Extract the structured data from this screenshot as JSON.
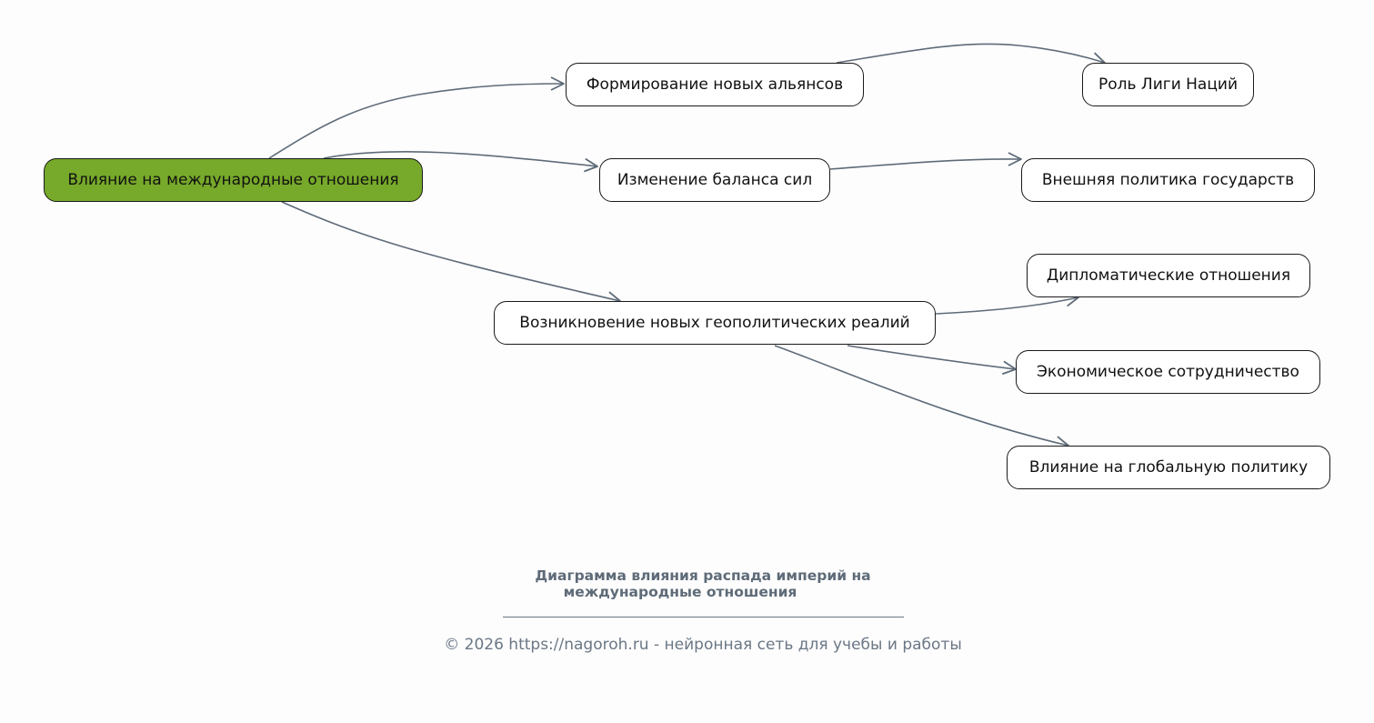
{
  "colors": {
    "root_fill": "#77a92a",
    "node_fill": "#ffffff",
    "edge": "#5e6b78",
    "caption": "#5e6b78"
  },
  "nodes": [
    {
      "id": "root",
      "label": "Влияние на международные отношения"
    },
    {
      "id": "alliances",
      "label": "Формирование новых альянсов"
    },
    {
      "id": "league",
      "label": "Роль Лиги Наций"
    },
    {
      "id": "balance",
      "label": "Изменение баланса сил"
    },
    {
      "id": "foreign",
      "label": "Внешняя политика государств"
    },
    {
      "id": "geo",
      "label": "Возникновение новых геополитических реалий"
    },
    {
      "id": "diplomatic",
      "label": "Дипломатические отношения"
    },
    {
      "id": "economic",
      "label": "Экономическое сотрудничество"
    },
    {
      "id": "global",
      "label": "Влияние на глобальную политику"
    }
  ],
  "edges": [
    {
      "from": "root",
      "to": "alliances"
    },
    {
      "from": "root",
      "to": "balance"
    },
    {
      "from": "root",
      "to": "geo"
    },
    {
      "from": "alliances",
      "to": "league"
    },
    {
      "from": "balance",
      "to": "foreign"
    },
    {
      "from": "geo",
      "to": "diplomatic"
    },
    {
      "from": "geo",
      "to": "economic"
    },
    {
      "from": "geo",
      "to": "global"
    }
  ],
  "caption": {
    "line1": "Диаграмма влияния распада империй на",
    "line2": "международные отношения"
  },
  "footer": "© 2026 https://nagoroh.ru - нейронная сеть для учебы и работы"
}
